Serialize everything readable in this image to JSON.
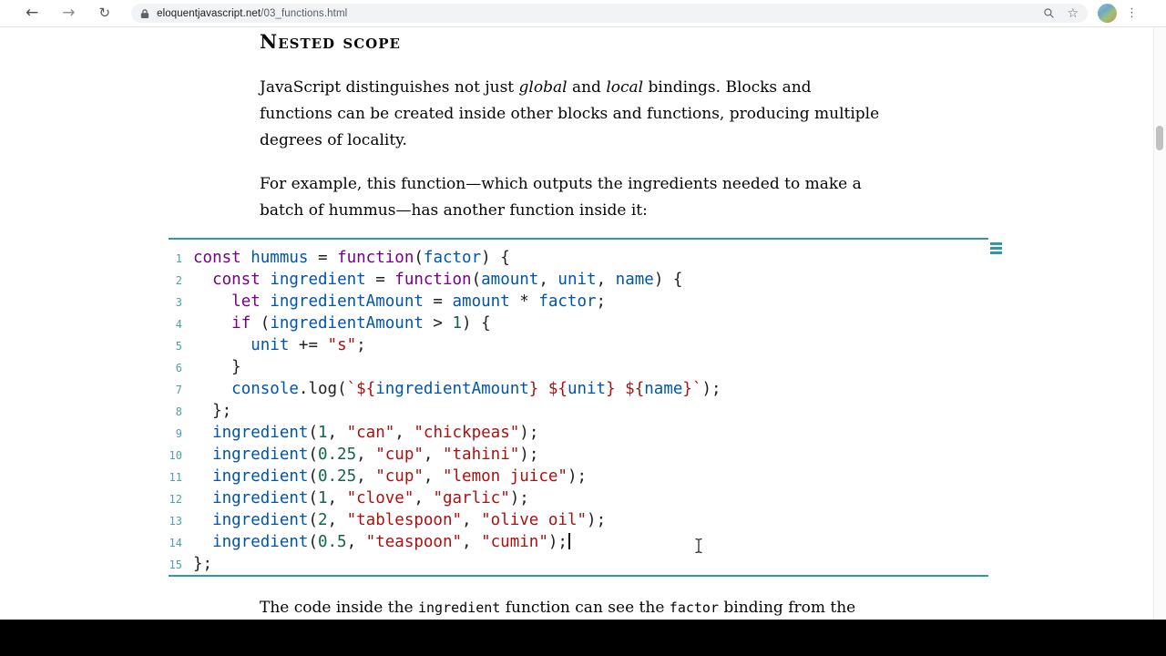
{
  "browser": {
    "url": {
      "domain": "eloquentjavascript.net",
      "path": "/03_functions.html"
    },
    "nav": {
      "back": "←",
      "forward": "→",
      "reload": "↻"
    },
    "actions": {
      "bookmark_star": "☆",
      "menu_kebab": "⋮"
    }
  },
  "article": {
    "heading": "Nested scope",
    "para1": [
      [
        [
          "JavaScript distinguishes not just ",
          ""
        ],
        [
          "global",
          "i"
        ],
        [
          " and ",
          ""
        ],
        [
          "local",
          "i"
        ],
        [
          " bindings. Blocks and",
          ""
        ]
      ],
      [
        [
          "functions can be created inside other blocks and functions, producing multiple",
          ""
        ]
      ],
      [
        [
          "degrees of locality.",
          ""
        ]
      ]
    ],
    "para2": [
      [
        [
          "For example, this function—which outputs the ingredients needed to make a",
          ""
        ]
      ],
      [
        [
          "batch of hummus—has another function inside it:",
          ""
        ]
      ]
    ],
    "after_code": [
      [
        [
          "The code inside the ",
          ""
        ],
        [
          "ingredient",
          "m"
        ],
        [
          " function can see the ",
          ""
        ],
        [
          "factor",
          "m"
        ],
        [
          " binding from the",
          ""
        ]
      ]
    ]
  },
  "code_editor": {
    "accent_color": "#2e99a3",
    "line_number_color": "#4d9fb0",
    "token_colors": {
      "keyword": "#770088",
      "variable": "#0055aa",
      "string": "#aa1111",
      "number": "#116644",
      "plain": "#202020"
    },
    "lines": [
      {
        "n": 1,
        "tokens": [
          [
            "const",
            "kw"
          ],
          [
            " ",
            "pl"
          ],
          [
            "hummus",
            "vr"
          ],
          [
            " = ",
            "pl"
          ],
          [
            "function",
            "kw"
          ],
          [
            "(",
            "pl"
          ],
          [
            "factor",
            "vr"
          ],
          [
            ") {",
            "pl"
          ]
        ]
      },
      {
        "n": 2,
        "tokens": [
          [
            "  ",
            "pl"
          ],
          [
            "const",
            "kw"
          ],
          [
            " ",
            "pl"
          ],
          [
            "ingredient",
            "vr"
          ],
          [
            " = ",
            "pl"
          ],
          [
            "function",
            "kw"
          ],
          [
            "(",
            "pl"
          ],
          [
            "amount",
            "vr"
          ],
          [
            ", ",
            "pl"
          ],
          [
            "unit",
            "vr"
          ],
          [
            ", ",
            "pl"
          ],
          [
            "name",
            "vr"
          ],
          [
            ") {",
            "pl"
          ]
        ]
      },
      {
        "n": 3,
        "tokens": [
          [
            "    ",
            "pl"
          ],
          [
            "let",
            "kw"
          ],
          [
            " ",
            "pl"
          ],
          [
            "ingredientAmount",
            "vr"
          ],
          [
            " = ",
            "pl"
          ],
          [
            "amount",
            "vr"
          ],
          [
            " * ",
            "pl"
          ],
          [
            "factor",
            "vr"
          ],
          [
            ";",
            "pl"
          ]
        ]
      },
      {
        "n": 4,
        "tokens": [
          [
            "    ",
            "pl"
          ],
          [
            "if",
            "kw"
          ],
          [
            " (",
            "pl"
          ],
          [
            "ingredientAmount",
            "vr"
          ],
          [
            " > ",
            "pl"
          ],
          [
            "1",
            "nm"
          ],
          [
            ") {",
            "pl"
          ]
        ]
      },
      {
        "n": 5,
        "tokens": [
          [
            "      ",
            "pl"
          ],
          [
            "unit",
            "vr"
          ],
          [
            " += ",
            "pl"
          ],
          [
            "\"s\"",
            "st"
          ],
          [
            ";",
            "pl"
          ]
        ]
      },
      {
        "n": 6,
        "tokens": [
          [
            "    }",
            "pl"
          ]
        ]
      },
      {
        "n": 7,
        "tokens": [
          [
            "    ",
            "pl"
          ],
          [
            "console",
            "vr"
          ],
          [
            ".log(",
            "pl"
          ],
          [
            "`${",
            "st"
          ],
          [
            "ingredientAmount",
            "vr"
          ],
          [
            "} ${",
            "st"
          ],
          [
            "unit",
            "vr"
          ],
          [
            "} ${",
            "st"
          ],
          [
            "name",
            "vr"
          ],
          [
            "}`",
            "st"
          ],
          [
            ");",
            "pl"
          ]
        ]
      },
      {
        "n": 8,
        "tokens": [
          [
            "  };",
            "pl"
          ]
        ]
      },
      {
        "n": 9,
        "tokens": [
          [
            "  ",
            "pl"
          ],
          [
            "ingredient",
            "vr"
          ],
          [
            "(",
            "pl"
          ],
          [
            "1",
            "nm"
          ],
          [
            ", ",
            "pl"
          ],
          [
            "\"can\"",
            "st"
          ],
          [
            ", ",
            "pl"
          ],
          [
            "\"chickpeas\"",
            "st"
          ],
          [
            ");",
            "pl"
          ]
        ]
      },
      {
        "n": 10,
        "tokens": [
          [
            "  ",
            "pl"
          ],
          [
            "ingredient",
            "vr"
          ],
          [
            "(",
            "pl"
          ],
          [
            "0.25",
            "nm"
          ],
          [
            ", ",
            "pl"
          ],
          [
            "\"cup\"",
            "st"
          ],
          [
            ", ",
            "pl"
          ],
          [
            "\"tahini\"",
            "st"
          ],
          [
            ");",
            "pl"
          ]
        ]
      },
      {
        "n": 11,
        "tokens": [
          [
            "  ",
            "pl"
          ],
          [
            "ingredient",
            "vr"
          ],
          [
            "(",
            "pl"
          ],
          [
            "0.25",
            "nm"
          ],
          [
            ", ",
            "pl"
          ],
          [
            "\"cup\"",
            "st"
          ],
          [
            ", ",
            "pl"
          ],
          [
            "\"lemon juice\"",
            "st"
          ],
          [
            ");",
            "pl"
          ]
        ]
      },
      {
        "n": 12,
        "tokens": [
          [
            "  ",
            "pl"
          ],
          [
            "ingredient",
            "vr"
          ],
          [
            "(",
            "pl"
          ],
          [
            "1",
            "nm"
          ],
          [
            ", ",
            "pl"
          ],
          [
            "\"clove\"",
            "st"
          ],
          [
            ", ",
            "pl"
          ],
          [
            "\"garlic\"",
            "st"
          ],
          [
            ");",
            "pl"
          ]
        ]
      },
      {
        "n": 13,
        "tokens": [
          [
            "  ",
            "pl"
          ],
          [
            "ingredient",
            "vr"
          ],
          [
            "(",
            "pl"
          ],
          [
            "2",
            "nm"
          ],
          [
            ", ",
            "pl"
          ],
          [
            "\"tablespoon\"",
            "st"
          ],
          [
            ", ",
            "pl"
          ],
          [
            "\"olive oil\"",
            "st"
          ],
          [
            ");",
            "pl"
          ]
        ]
      },
      {
        "n": 14,
        "caret": true,
        "tokens": [
          [
            "  ",
            "pl"
          ],
          [
            "ingredient",
            "vr"
          ],
          [
            "(",
            "pl"
          ],
          [
            "0.5",
            "nm"
          ],
          [
            ", ",
            "pl"
          ],
          [
            "\"teaspoon\"",
            "st"
          ],
          [
            ", ",
            "pl"
          ],
          [
            "\"cumin\"",
            "st"
          ],
          [
            ");",
            "pl"
          ]
        ]
      },
      {
        "n": 15,
        "tokens": [
          [
            "};",
            "pl"
          ]
        ]
      }
    ]
  }
}
